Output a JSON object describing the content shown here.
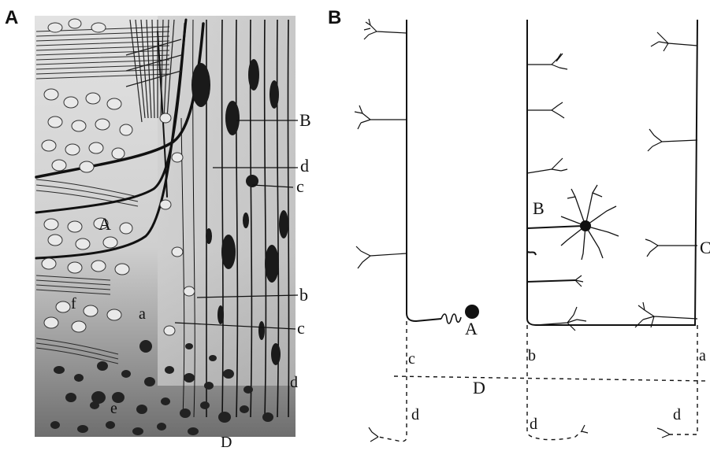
{
  "panels": {
    "a": {
      "letter": "A",
      "labels": {
        "B": "B",
        "d_upper": "d",
        "c_upper": "c",
        "A": "A",
        "b": "b",
        "c_lower": "c",
        "f": "f",
        "a": "a",
        "e": "e",
        "d_lower": "d",
        "D": "D"
      }
    },
    "b": {
      "letter": "B",
      "labels": {
        "A": "A",
        "B": "B",
        "C": "C",
        "a": "a",
        "b": "b",
        "c": "c",
        "D": "D",
        "d_left": "d",
        "d_mid": "d",
        "d_right": "d"
      }
    }
  },
  "colors": {
    "ink": "#111111",
    "tissue_dark": "#4a4a4a",
    "tissue_light": "#d7d7d7",
    "paper": "#ffffff"
  }
}
